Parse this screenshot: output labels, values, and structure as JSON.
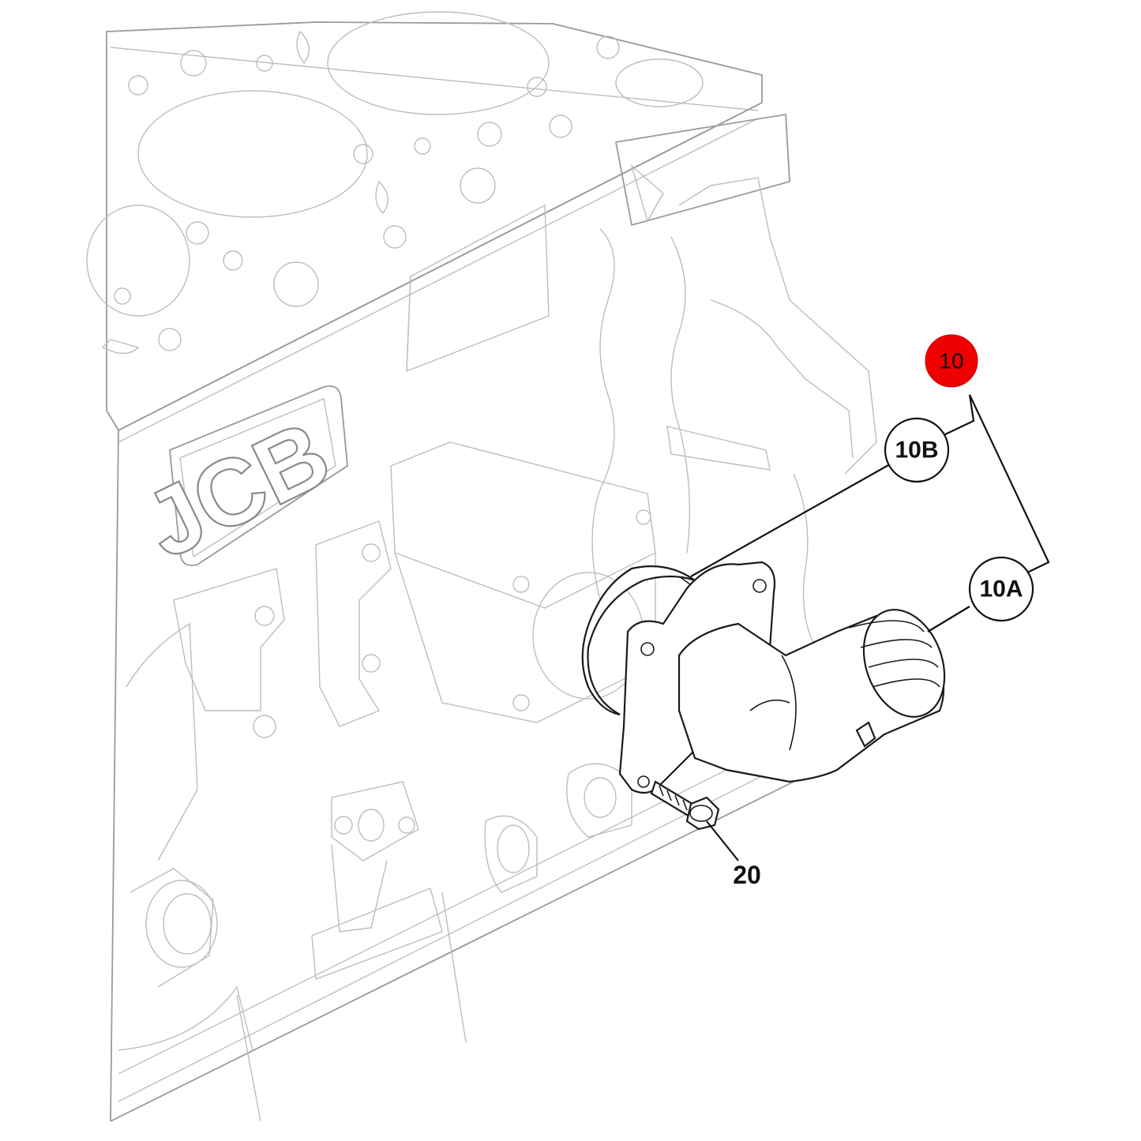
{
  "diagram": {
    "logo_text": "JCB",
    "callouts": [
      {
        "id": "callout-10",
        "label": "10",
        "highlight": true
      },
      {
        "id": "callout-10b",
        "label": "10B",
        "highlight": false
      },
      {
        "id": "callout-10a",
        "label": "10A",
        "highlight": false
      },
      {
        "id": "callout-20",
        "label": "20",
        "highlight": false
      }
    ],
    "colors": {
      "highlight": "#ee0000",
      "linework": "#1a1a1a",
      "background_linework": "#bdbdbd"
    }
  }
}
